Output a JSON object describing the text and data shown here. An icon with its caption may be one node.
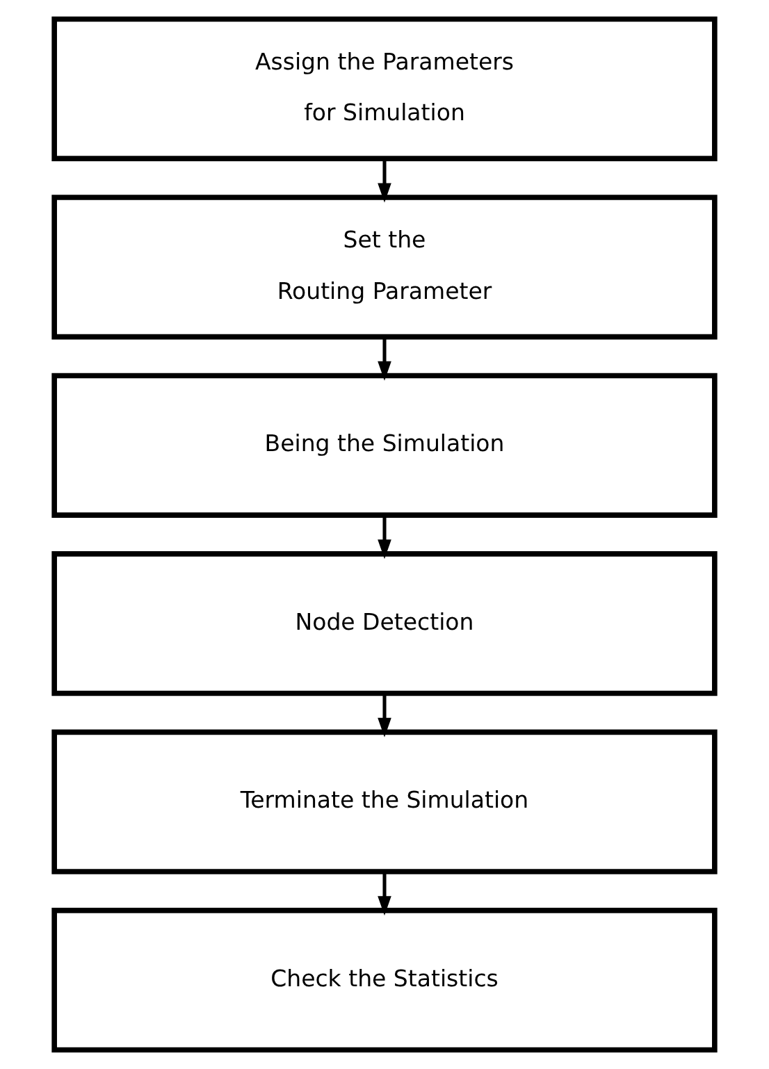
{
  "diagram": {
    "nodes": [
      {
        "text": [
          "Assign the Parameters for Simulation"
        ]
      },
      {
        "text": [
          "Set the Routing Parameter"
        ]
      },
      {
        "text": [
          "Being the Simulation"
        ]
      },
      {
        "text": [
          "Node Detection"
        ]
      },
      {
        "text": [
          "Terminate the Simulation"
        ]
      },
      {
        "text": [
          "Check the Statistics"
        ]
      }
    ],
    "edges": [
      {
        "from": 0,
        "to": 1,
        "arrow": "to"
      },
      {
        "from": 1,
        "to": 2,
        "arrow": "to"
      },
      {
        "from": 2,
        "to": 3,
        "arrow": "to"
      },
      {
        "from": 3,
        "to": 4,
        "arrow": "to"
      },
      {
        "from": 4,
        "to": 5,
        "arrow": "to"
      }
    ]
  }
}
